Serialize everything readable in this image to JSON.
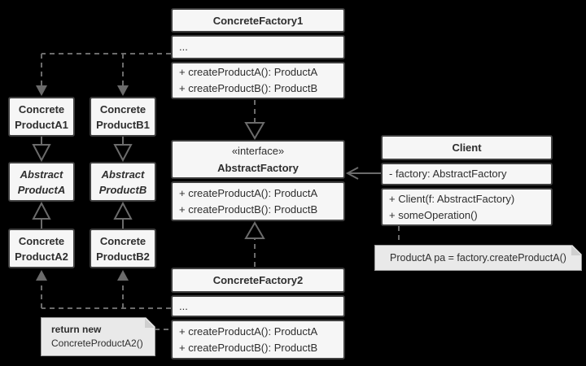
{
  "colors": {
    "background": "#000000",
    "box_fill": "#f6f6f6",
    "box_border": "#3f3f3f",
    "line": "#6b6b6b",
    "text": "#2e2e2e",
    "note_fill": "#e9e9e9",
    "note_border": "#9a9a9a"
  },
  "classes": {
    "concreteFactory1": {
      "title": "ConcreteFactory1",
      "placeholder": "...",
      "methods": [
        "+ createProductA(): ProductA",
        "+ createProductB(): ProductB"
      ]
    },
    "abstractFactory": {
      "stereotype": "«interface»",
      "title": "AbstractFactory",
      "methods": [
        "+ createProductA(): ProductA",
        "+ createProductB(): ProductB"
      ]
    },
    "concreteFactory2": {
      "title": "ConcreteFactory2",
      "placeholder": "...",
      "methods": [
        "+ createProductA(): ProductA",
        "+ createProductB(): ProductB"
      ]
    },
    "client": {
      "title": "Client",
      "attributes": [
        "- factory: AbstractFactory"
      ],
      "methods": [
        "+ Client(f: AbstractFactory)",
        "+ someOperation()"
      ]
    },
    "concreteProductA1": {
      "line1": "Concrete",
      "line2": "ProductA1"
    },
    "concreteProductB1": {
      "line1": "Concrete",
      "line2": "ProductB1"
    },
    "abstractProductA": {
      "line1": "Abstract",
      "line2": "ProductA"
    },
    "abstractProductB": {
      "line1": "Abstract",
      "line2": "ProductB"
    },
    "concreteProductA2": {
      "line1": "Concrete",
      "line2": "ProductA2"
    },
    "concreteProductB2": {
      "line1": "Concrete",
      "line2": "ProductB2"
    }
  },
  "notes": {
    "clientNote": {
      "text": "ProductA pa = factory.createProductA()"
    },
    "factoryNote": {
      "line1": "return new",
      "line2": "ConcreteProductA2()"
    }
  }
}
